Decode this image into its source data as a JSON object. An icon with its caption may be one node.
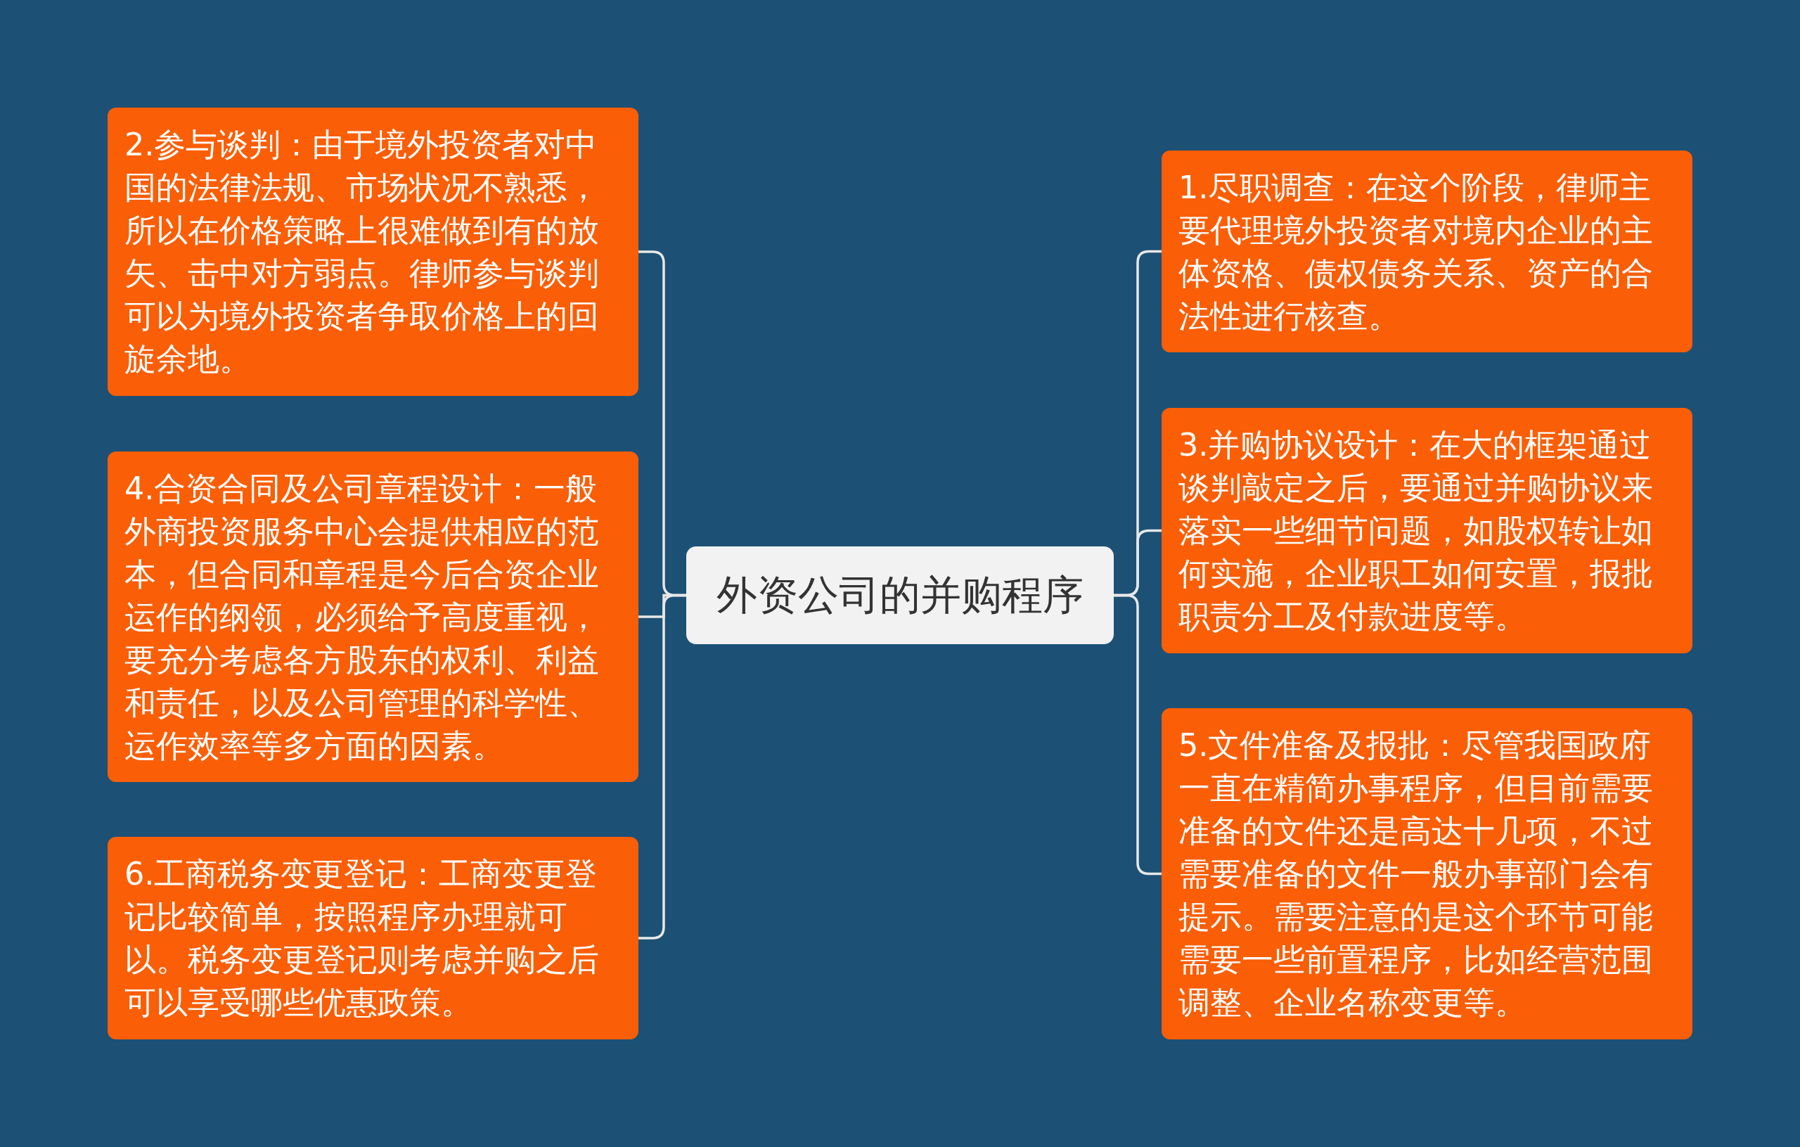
{
  "diagram": {
    "nodes": [
      {
        "text": [
          "外资公司的并购程序"
        ]
      },
      {
        "text": [
          "2.参与谈判：由于境外投资者对中国的法律法规、市场状况不熟悉，所以在价格策略上很难做到有的放矢、击中对方弱点。律师参与谈判可以为境外投资者争取价格上的回旋余地。"
        ]
      },
      {
        "text": [
          "4.合资合同及公司章程设计：一般外商投资服务中心会提供相应的范本，但合同和章程是今后合资企业运作的纲领，必须给予高度重视，要充分考虑各方股东的权利、利益和责任，以及公司管理的科学性、运作效率等多方面的因素。"
        ]
      },
      {
        "text": [
          "6.工商税务变更登记：工商变更登记比较简单，按照程序办理就可以。税务变更登记则考虑并购之后可以享受哪些优惠政策。"
        ]
      },
      {
        "text": [
          "1.尽职调查：在这个阶段，律师主要代理境外投资者对境内企业的主体资格、债权债务关系、资产的合法性进行核查。"
        ]
      },
      {
        "text": [
          "3.并购协议设计：在大的框架通过谈判敲定之后，要通过并购协议来落实一些细节问题，如股权转让如何实施，企业职工如何安置，报批职责分工及付款进度等。"
        ]
      },
      {
        "text": [
          "5.文件准备及报批：尽管我国政府一直在精简办事程序，但目前需要准备的文件还是高达十几项，不过需要准备的文件一般办事部门会有提示。需要注意的是这个环节可能需要一些前置程序，比如经营范围调整、企业名称变更等。"
        ]
      }
    ],
    "edges": [
      {
        "from": 0,
        "to": 1,
        "arrow": "none"
      },
      {
        "from": 0,
        "to": 2,
        "arrow": "none"
      },
      {
        "from": 0,
        "to": 3,
        "arrow": "none"
      },
      {
        "from": 0,
        "to": 4,
        "arrow": "none"
      },
      {
        "from": 0,
        "to": 5,
        "arrow": "none"
      },
      {
        "from": 0,
        "to": 6,
        "arrow": "none"
      }
    ]
  }
}
